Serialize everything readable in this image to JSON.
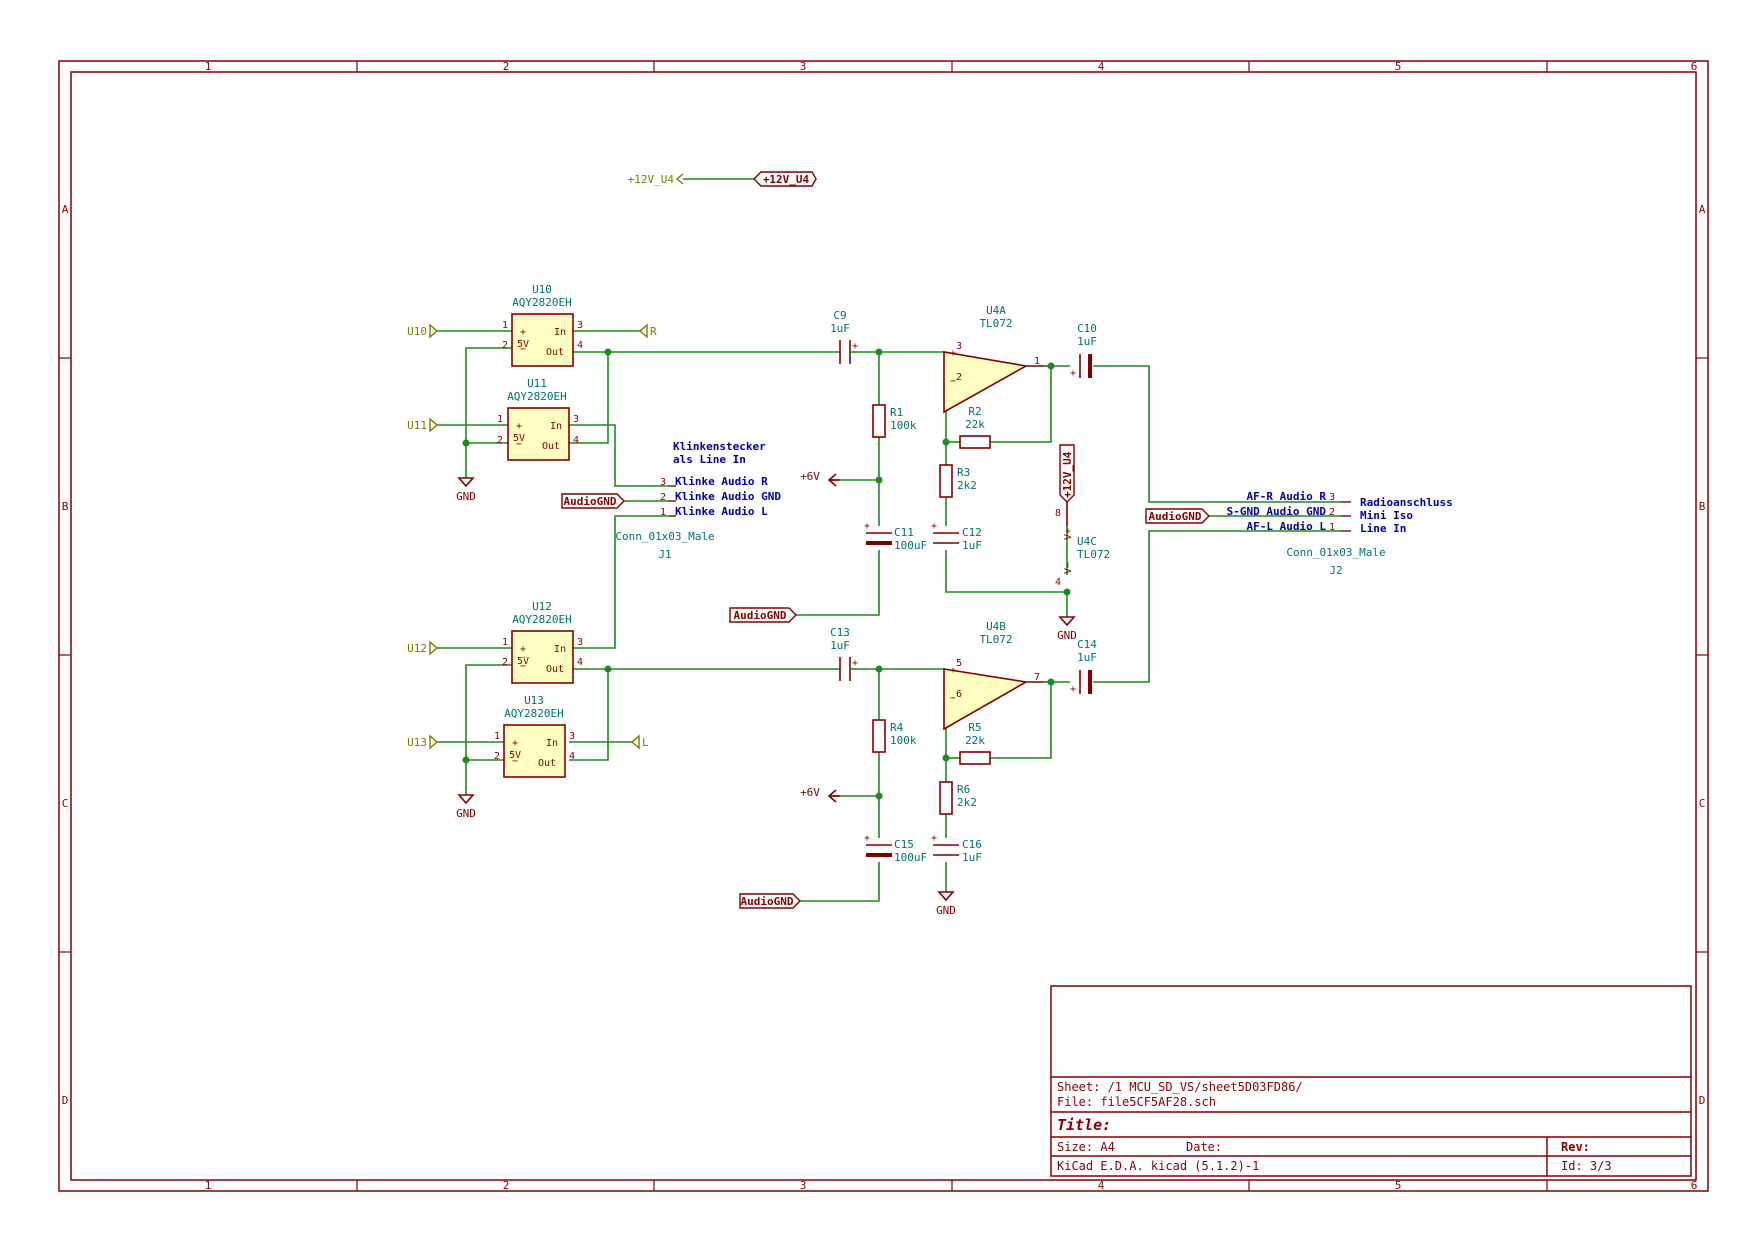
{
  "border": {
    "columns": [
      "1",
      "2",
      "3",
      "4",
      "5",
      "6"
    ],
    "rows": [
      "A",
      "B",
      "C",
      "D"
    ]
  },
  "power_header": {
    "hier_label": "+12V_U4",
    "global_label": "+12V_U4"
  },
  "hier_labels": {
    "u10": "U10",
    "u11": "U11",
    "u12": "U12",
    "u13": "U13",
    "r": "R",
    "l": "L"
  },
  "relays": {
    "u10": {
      "ref": "U10",
      "value": "AQY2820EH"
    },
    "u11": {
      "ref": "U11",
      "value": "AQY2820EH"
    },
    "u12": {
      "ref": "U12",
      "value": "AQY2820EH"
    },
    "u13": {
      "ref": "U13",
      "value": "AQY2820EH"
    },
    "supply_text": "5V",
    "in_text": "In",
    "out_text": "Out",
    "plus": "+",
    "minus": "−"
  },
  "opamps": {
    "u4a": {
      "ref": "U4A",
      "value": "TL072"
    },
    "u4b": {
      "ref": "U4B",
      "value": "TL072"
    },
    "u4c": {
      "ref": "U4C",
      "value": "TL072",
      "vplus": "V+",
      "vminus": "V−"
    }
  },
  "capacitors": {
    "c9": {
      "ref": "C9",
      "value": "1uF"
    },
    "c10": {
      "ref": "C10",
      "value": "1uF"
    },
    "c11": {
      "ref": "C11",
      "value": "100uF"
    },
    "c12": {
      "ref": "C12",
      "value": "1uF"
    },
    "c13": {
      "ref": "C13",
      "value": "1uF"
    },
    "c14": {
      "ref": "C14",
      "value": "1uF"
    },
    "c15": {
      "ref": "C15",
      "value": "100uF"
    },
    "c16": {
      "ref": "C16",
      "value": "1uF"
    }
  },
  "resistors": {
    "r1": {
      "ref": "R1",
      "value": "100k"
    },
    "r2": {
      "ref": "R2",
      "value": "22k"
    },
    "r3": {
      "ref": "R3",
      "value": "2k2"
    },
    "r4": {
      "ref": "R4",
      "value": "100k"
    },
    "r5": {
      "ref": "R5",
      "value": "22k"
    },
    "r6": {
      "ref": "R6",
      "value": "2k2"
    }
  },
  "power": {
    "gnd": "GND",
    "plus6v": "+6V",
    "audiognd": "AudioGND",
    "plus12v": "+12V_U4"
  },
  "j1": {
    "title_line1": "Klinkenstecker",
    "title_line2": "als Line In",
    "pins": [
      {
        "num": "3",
        "name": "Klinke Audio R"
      },
      {
        "num": "2",
        "name": "Klinke Audio GND"
      },
      {
        "num": "1",
        "name": "Klinke Audio L"
      }
    ],
    "value": "Conn_01x03_Male",
    "ref": "J1"
  },
  "j2": {
    "pins": [
      {
        "num": "3",
        "name": "AF-R Audio R",
        "desc": "Radioanschluss"
      },
      {
        "num": "2",
        "name": "S-GND Audio GND",
        "desc": "Mini Iso"
      },
      {
        "num": "1",
        "name": "AF-L Audio L",
        "desc": "Line In"
      }
    ],
    "value": "Conn_01x03_Male",
    "ref": "J2"
  },
  "title_block": {
    "sheet": "Sheet: /1 MCU_SD_VS/sheet5D03FD86/",
    "file": "File: file5CF5AF28.sch",
    "title": "Title:",
    "size": "Size: A4",
    "date": "Date:",
    "rev": "Rev:",
    "tool": "KiCad E.D.A.  kicad (5.1.2)-1",
    "id": "Id: 3/3"
  },
  "colors": {
    "component": "#840000",
    "wire": "#1f8a1f",
    "reference": "#007070",
    "net_label": "#0000aa",
    "hier_label": "#7a7a00",
    "ic_fill": "#ffffc2"
  }
}
